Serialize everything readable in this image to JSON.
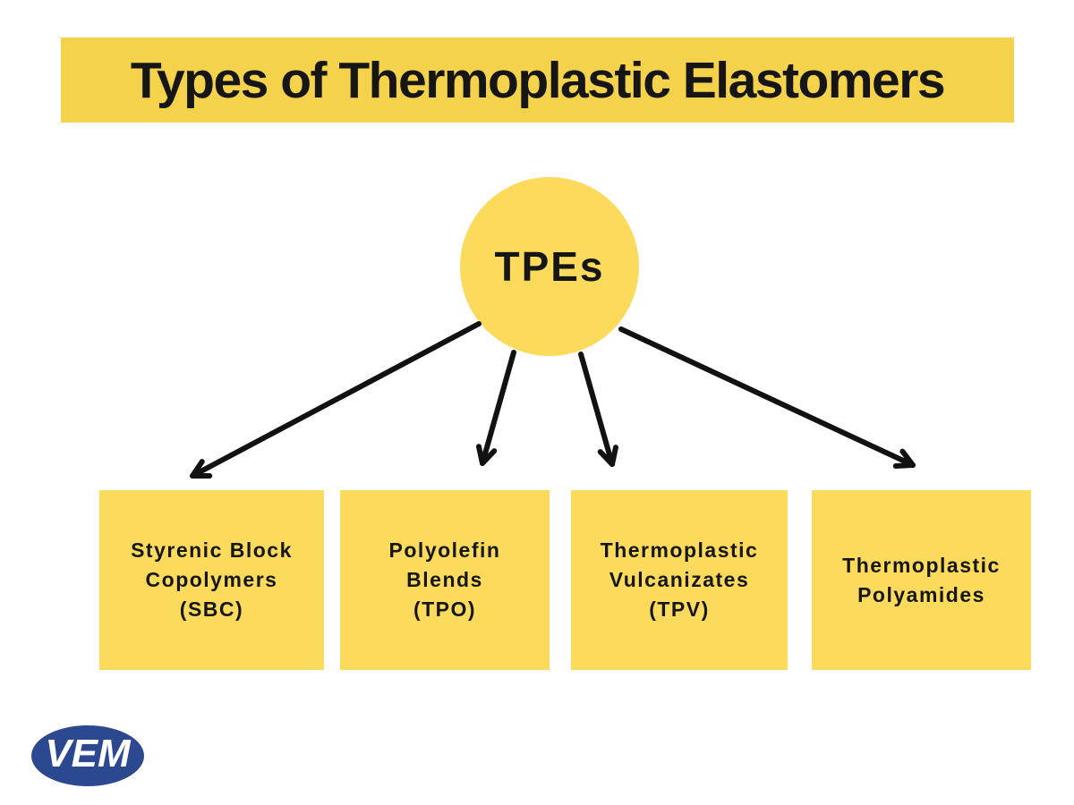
{
  "title": "Types of Thermoplastic Elastomers",
  "root": {
    "label": "TPEs"
  },
  "categories": [
    {
      "id": "sbc",
      "full_label": "Styrenic Block Copolymers (SBC)",
      "lines": [
        "Styrenic Block",
        "Copolymers",
        "(SBC)"
      ]
    },
    {
      "id": "tpo",
      "full_label": "Polyolefin Blends (TPO)",
      "lines": [
        "Polyolefin",
        "Blends",
        "(TPO)"
      ]
    },
    {
      "id": "tpv",
      "full_label": "Thermoplastic Vulcanizates (TPV)",
      "lines": [
        "Thermoplastic",
        "Vulcanizates",
        "(TPV)"
      ]
    },
    {
      "id": "tpa",
      "full_label": "Thermoplastic Polyamides",
      "lines": [
        "Thermoplastic",
        "Polyamides"
      ]
    }
  ],
  "logo": {
    "text": "VEM"
  },
  "colors": {
    "banner_yellow": "#F5D24C",
    "node_yellow": "#FBDA5C",
    "ink": "#161616",
    "arrow": "#121212",
    "logo_blue": "#2B4890",
    "logo_text": "#FFFFFF",
    "background": "#FFFFFF"
  }
}
